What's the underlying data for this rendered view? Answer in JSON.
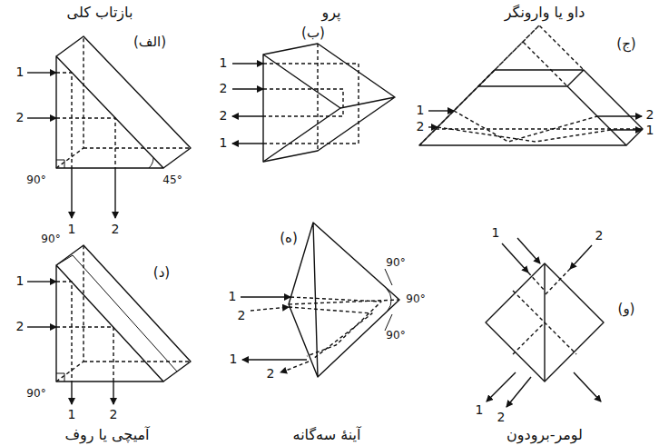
{
  "diagram": {
    "labels": [
      "بازتاب کلی",
      "(الف)",
      "1",
      "2",
      "90°",
      "45°",
      "1",
      "2",
      "پرو",
      "(ب)",
      "1",
      "2",
      "2",
      "1",
      "داو یا وارونگر",
      "(ج)",
      "1",
      "2",
      "2",
      "1",
      "90°",
      "(د)",
      "1",
      "2",
      "90°",
      "1",
      "2",
      "آمیچی یا روف",
      "(ه)",
      "1",
      "2",
      "90°",
      "90°",
      "90°",
      "1",
      "2",
      "آینهٔ سه‌گانه",
      "(و)",
      "1",
      "2",
      "1",
      "2",
      "لومر-برودون"
    ]
  }
}
